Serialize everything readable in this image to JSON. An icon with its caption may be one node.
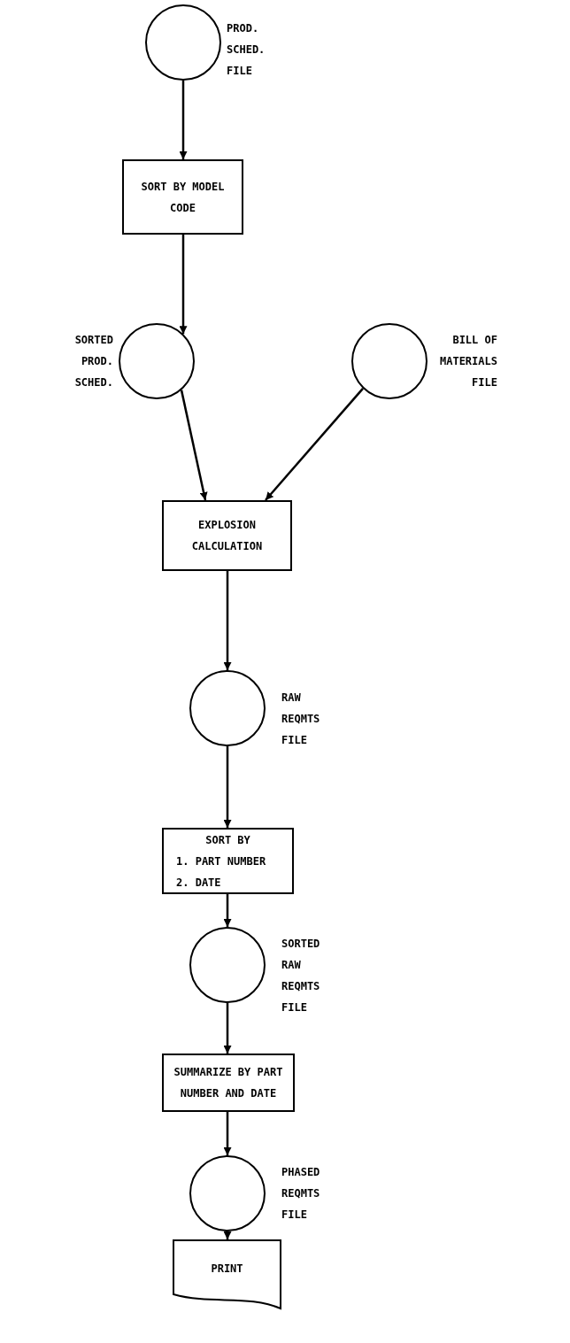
{
  "diagram": {
    "nodes": [
      {
        "text": [],
        "shape": "circle",
        "beside": [
          "PROD. SCHED. FILE"
        ]
      },
      {
        "text": [
          "SORT BY MODEL CODE"
        ]
      },
      {
        "text": [],
        "shape": "circle",
        "beside": [
          "SORTED PROD. SCHED."
        ]
      },
      {
        "text": [],
        "shape": "circle",
        "beside": [
          "BILL OF MATERIALS FILE"
        ]
      },
      {
        "text": [
          "EXPLOSION CALCULATION"
        ]
      },
      {
        "text": [],
        "shape": "circle",
        "beside": [
          "RAW REQMTS FILE"
        ]
      },
      {
        "text": [
          "SORT BY",
          "1. PART NUMBER",
          "2. DATE"
        ]
      },
      {
        "text": [],
        "shape": "circle",
        "beside": [
          "SORTED RAW REQMTS FILE"
        ]
      },
      {
        "text": [
          "SUMMARIZE BY PART NUMBER AND DATE"
        ]
      },
      {
        "text": [],
        "shape": "circle",
        "beside": [
          "PHASED REQMTS FILE"
        ]
      },
      {
        "text": [
          "PRINT"
        ]
      }
    ],
    "edges": [
      {
        "from": 0,
        "to": 1,
        "arrow": "to"
      },
      {
        "from": 1,
        "to": 2,
        "arrow": "to"
      },
      {
        "from": 2,
        "to": 4,
        "arrow": "to"
      },
      {
        "from": 3,
        "to": 4,
        "arrow": "to"
      },
      {
        "from": 4,
        "to": 5,
        "arrow": "to"
      },
      {
        "from": 5,
        "to": 6,
        "arrow": "to"
      },
      {
        "from": 6,
        "to": 7,
        "arrow": "to"
      },
      {
        "from": 7,
        "to": 8,
        "arrow": "to"
      },
      {
        "from": 8,
        "to": 9,
        "arrow": "to"
      },
      {
        "from": 9,
        "to": 10,
        "arrow": "to"
      }
    ]
  }
}
